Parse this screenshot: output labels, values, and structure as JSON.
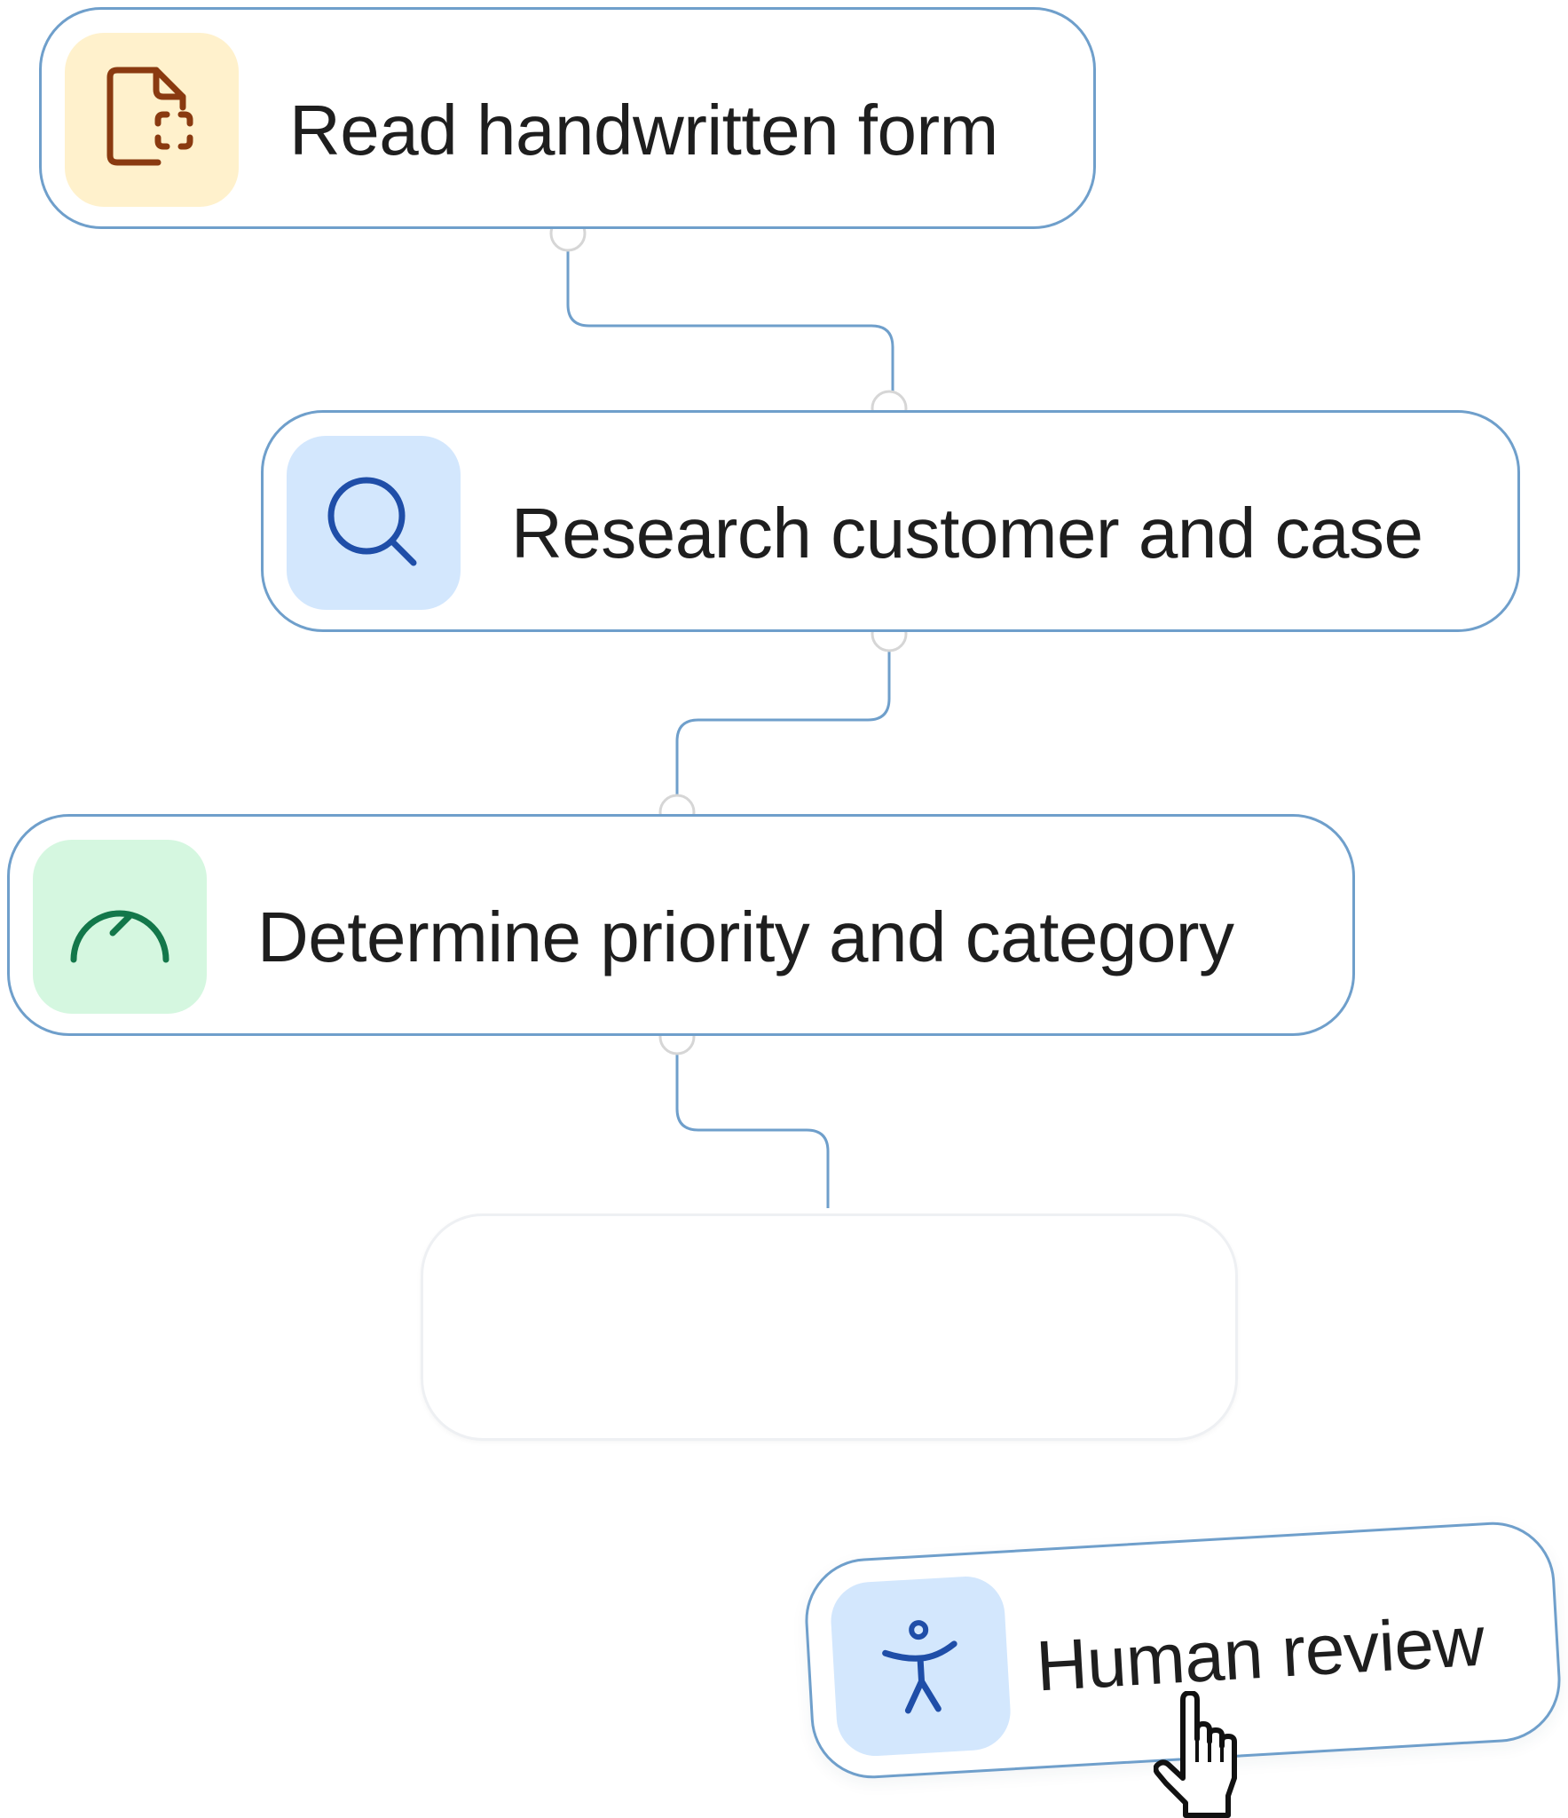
{
  "workflow": {
    "steps": [
      {
        "label": "Read handwritten form",
        "icon": "document-scan-icon",
        "tile_color": "#fff1cc",
        "icon_color": "#8a3a10"
      },
      {
        "label": "Research customer and case",
        "icon": "search-icon",
        "tile_color": "#d3e7fd",
        "icon_color": "#1f4ea8"
      },
      {
        "label": "Determine priority and category",
        "icon": "gauge-icon",
        "tile_color": "#d5f7e0",
        "icon_color": "#13774a"
      }
    ],
    "empty_slot": {
      "label": ""
    },
    "dragged_step": {
      "label": "Human review",
      "icon": "accessibility-person-icon",
      "tile_color": "#d3e7fd",
      "icon_color": "#1f4ea8"
    }
  },
  "cursor": {
    "icon": "hand-pointer-cursor-icon"
  },
  "colors": {
    "node_border": "#6f9fcb",
    "connector": "#6f9fcb",
    "port_fill": "#ffffff",
    "port_stroke": "#d6d6d6",
    "text": "#1e1e1e"
  }
}
